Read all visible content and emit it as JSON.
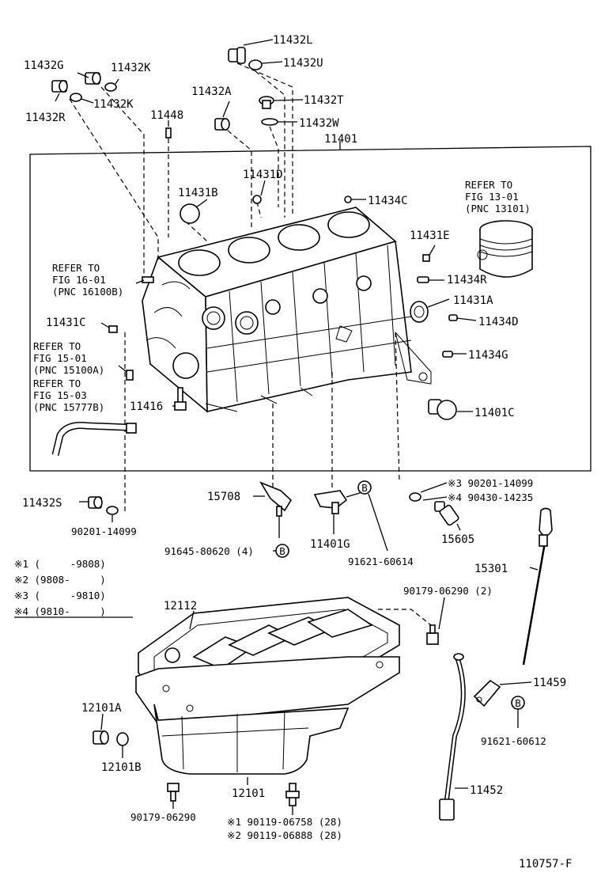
{
  "labels": {
    "p11432L": "11432L",
    "p11432U": "11432U",
    "p11432G": "11432G",
    "p11432K_a": "11432K",
    "p11432K_b": "11432K",
    "p11432R": "11432R",
    "p11448": "11448",
    "p11432A": "11432A",
    "p11432T": "11432T",
    "p11432W": "11432W",
    "p11401": "11401",
    "p11431D": "11431D",
    "p11431B": "11431B",
    "p11434C": "11434C",
    "p11431E": "11431E",
    "p11434R": "11434R",
    "p11431A": "11431A",
    "p11434D": "11434D",
    "p11431C": "11431C",
    "p11434G": "11434G",
    "p11416": "11416",
    "p11401C": "11401C",
    "p15708": "15708",
    "p11432S": "11432S",
    "p11401G": "11401G",
    "p15605": "15605",
    "p15301": "15301",
    "p12112": "12112",
    "p11459": "11459",
    "p12101A": "12101A",
    "p12101B": "12101B",
    "p12101": "12101",
    "p11452": "11452",
    "b90201_14099": "90201-14099",
    "b91645": "91645-80620 (4)",
    "b91621_60614": "91621-60614",
    "b90201_star3": "※3 90201-14099",
    "b90430_star4": "※4 90430-14235",
    "b90179_2": "90179-06290 (2)",
    "b91621_60612": "91621-60612",
    "b90179": "90179-06290",
    "b90119_star1": "※1 90119-06758 (28)",
    "b90119_star2": "※2 90119-06888 (28)",
    "circle_b": "B"
  },
  "refers": {
    "r1_line1": "REFER TO",
    "r1_line2": "FIG 13-01",
    "r1_line3": "(PNC 13101)",
    "r2_line1": "REFER TO",
    "r2_line2": "FIG 16-01",
    "r2_line3": "(PNC 16100B)",
    "r3_line1": "REFER TO",
    "r3_line2": "FIG 15-01",
    "r3_line3": "(PNC 15100A)",
    "r4_line1": "REFER TO",
    "r4_line2": "FIG 15-03",
    "r4_line3": "(PNC 15777B)"
  },
  "legend": {
    "row1": "※1 (     -9808)",
    "row2": "※2 (9808-     )",
    "row3": "※3 (     -9810)",
    "row4": "※4 (9810-     )"
  },
  "footer": {
    "figure_id": "110757-F"
  }
}
